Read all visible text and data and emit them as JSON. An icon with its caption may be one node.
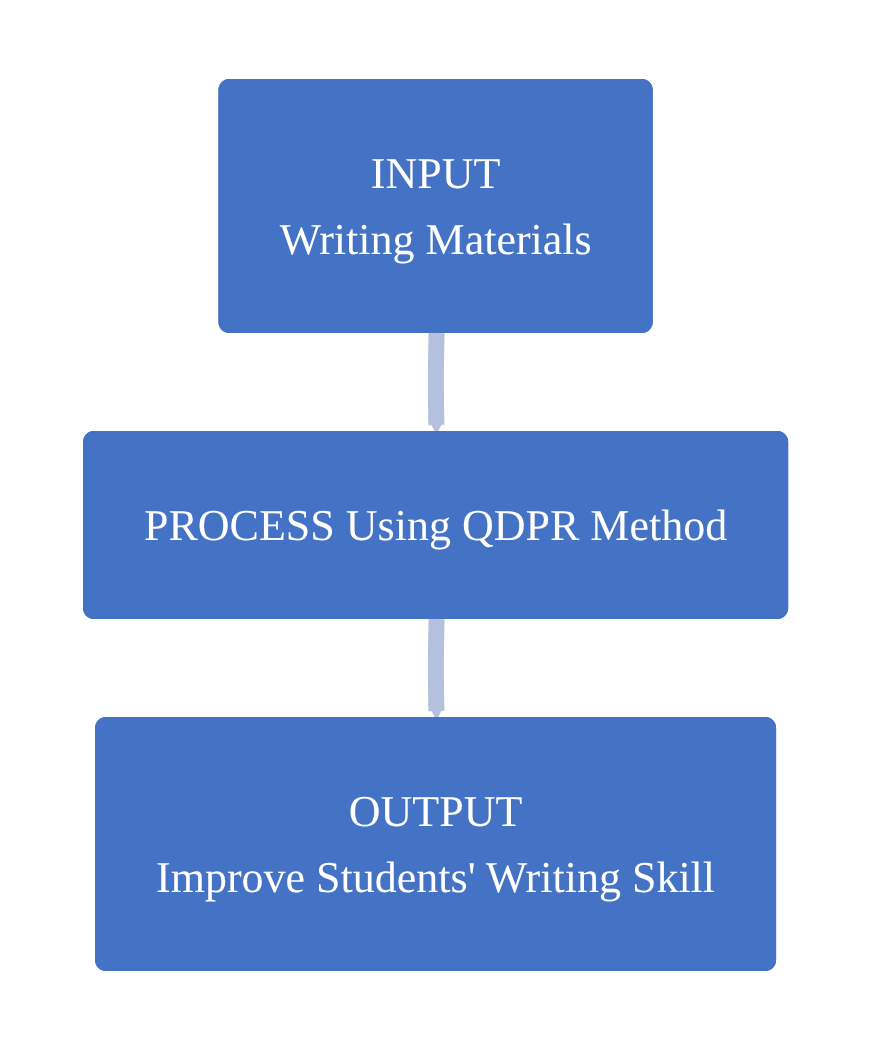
{
  "diagram": {
    "nodes": [
      {
        "text": [
          "INPUT",
          "Writing Materials"
        ]
      },
      {
        "text": [
          "PROCESS Using QDPR Method"
        ]
      },
      {
        "text": [
          "OUTPUT",
          "Improve Students' Writing Skill"
        ]
      }
    ],
    "edges": [
      {
        "from": 0,
        "to": 1,
        "arrow": "to"
      },
      {
        "from": 1,
        "to": 2,
        "arrow": "to"
      }
    ]
  }
}
